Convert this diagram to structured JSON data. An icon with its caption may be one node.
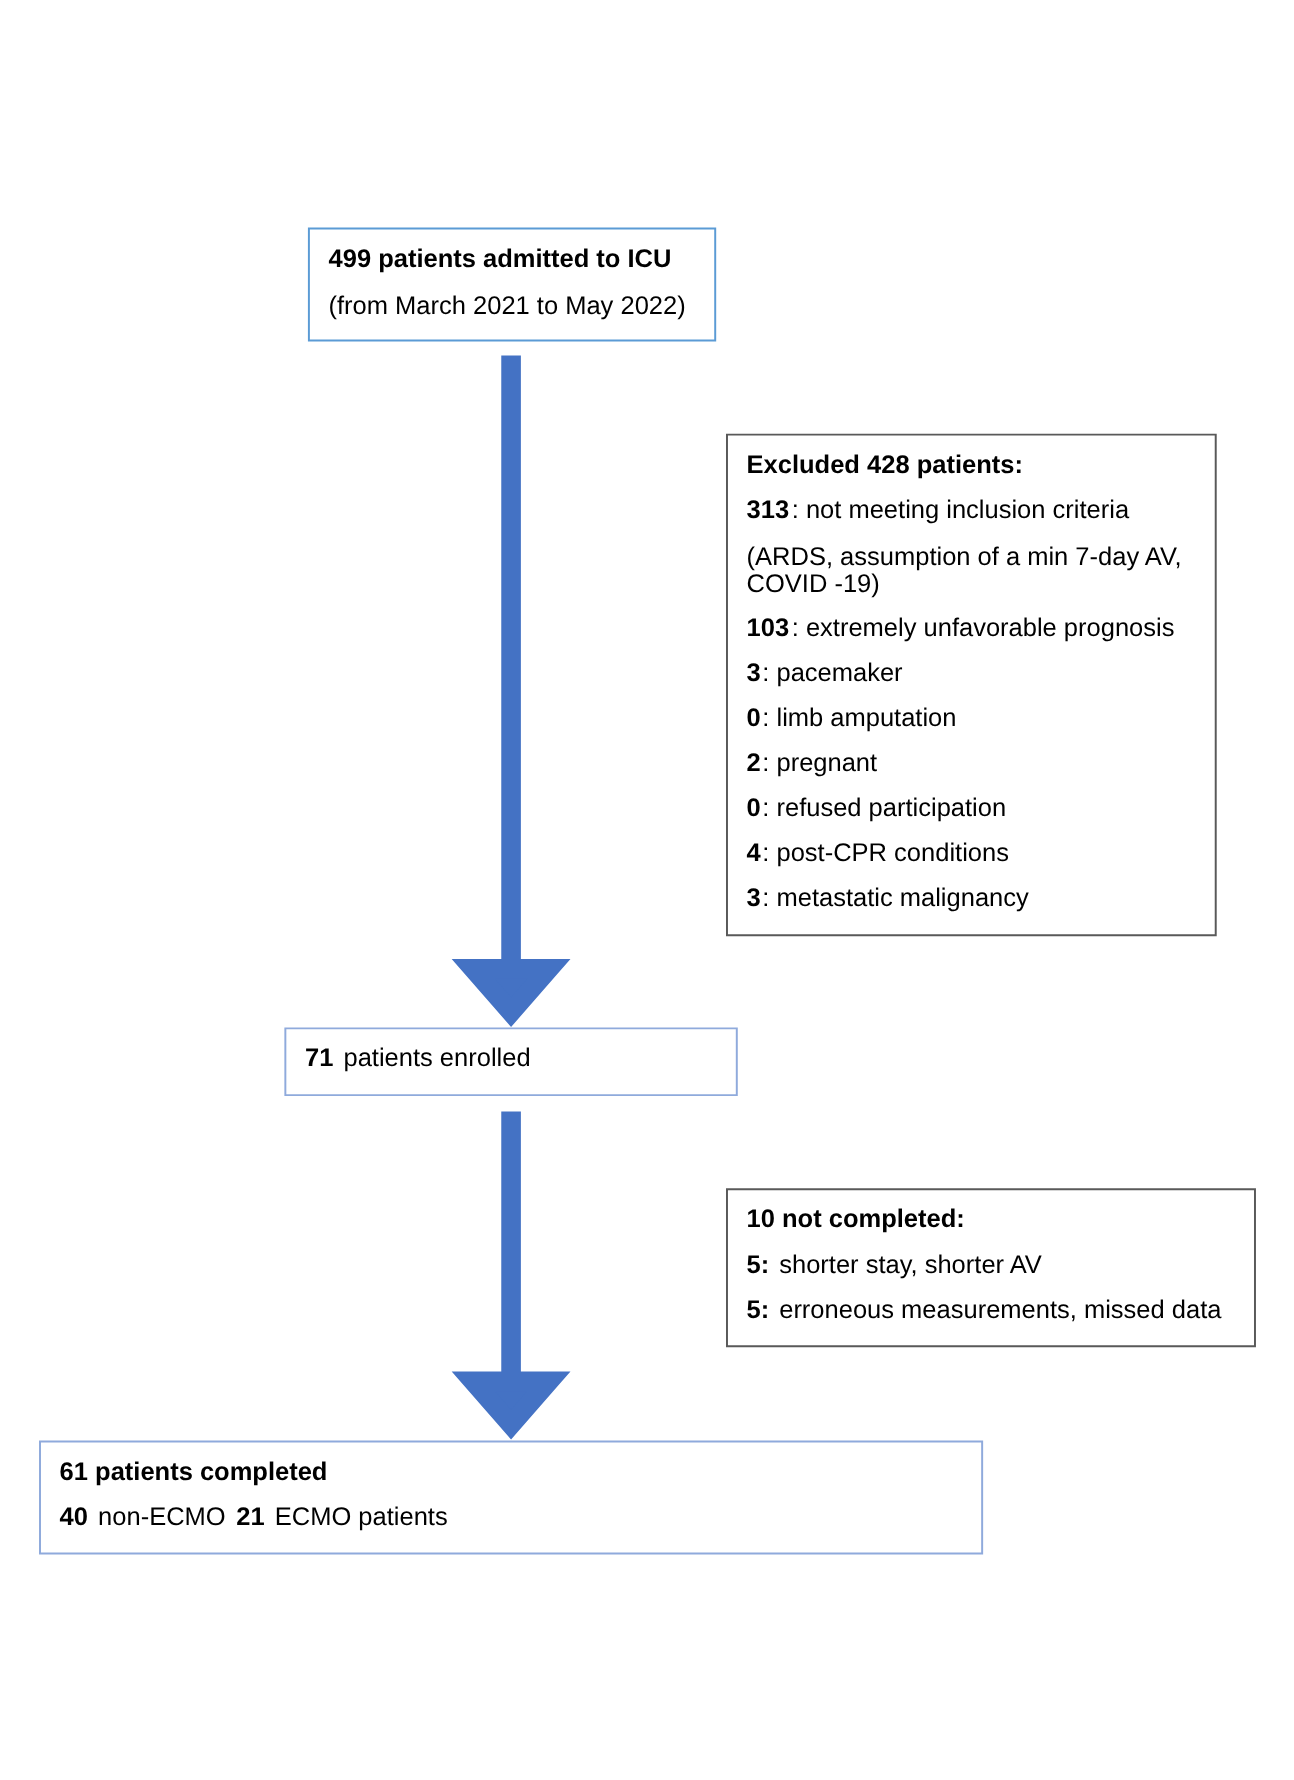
{
  "diagram": {
    "nodes": [
      {
        "text": [
          "499 patients admitted to ICU",
          "(from March 2021 to May 2022)"
        ]
      },
      {
        "text": [
          "Excluded 428 patients:",
          "**313**: not meeting inclusion criteria",
          "(ARDS, assumption of a min 7-day AV, COVID -19)",
          "**103**: extremely unfavorable prognosis",
          "**3**: pacemaker",
          "**0**: limb amputation",
          "**2**: pregnant",
          "**0**: refused participation",
          "**4**: post-CPR conditions",
          "**3**: metastatic malignancy"
        ]
      },
      {
        "text": [
          "**71** patients enrolled"
        ]
      },
      {
        "text": [
          "10 not completed:",
          "**5:** shorter stay, shorter AV",
          "**5:** erroneous measurements, missed data"
        ]
      },
      {
        "text": [
          "61 patients completed",
          "**40** non-ECMO **21** ECMO patients"
        ]
      }
    ],
    "edges": [
      {
        "from": 0,
        "to": 2,
        "arrow": "to"
      },
      {
        "from": 2,
        "to": 4,
        "arrow": "to"
      }
    ]
  }
}
